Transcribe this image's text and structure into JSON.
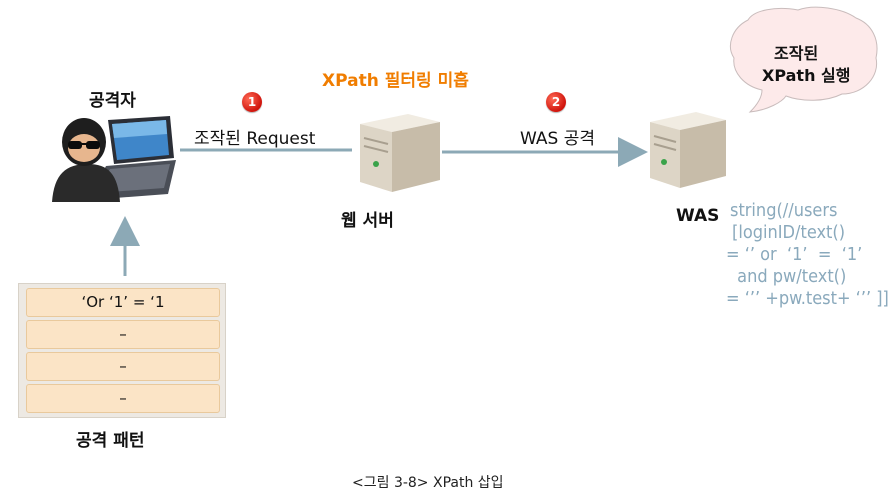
{
  "title_label": "XPath 필터링 미흡",
  "attacker": {
    "label": "공격자"
  },
  "steps": [
    {
      "number": "1",
      "label": "조작된 Request"
    },
    {
      "number": "2",
      "label": "WAS 공격"
    }
  ],
  "web_server": {
    "label": "웹 서버"
  },
  "was": {
    "label": "WAS"
  },
  "speech_bubble": {
    "line1": "조작된",
    "line2": "XPath 실행"
  },
  "xpath_query": [
    "string(//users",
    "[loginID/text()",
    "= ‘’ or  ‘1’  =  ‘1’",
    " and pw/text()",
    "= ‘’’ +pw.test+ ‘’’ ]]"
  ],
  "attack_pattern": {
    "label": "공격 패턴",
    "items": [
      "‘Or  ‘1’ = ‘1",
      "–",
      "–",
      "–"
    ]
  },
  "caption": "<그림 3-8> XPath 삽입",
  "colors": {
    "arrow": "#8ca9b6",
    "title": "#f07d00",
    "code": "#8aa9bc",
    "badge": "#d0140c",
    "pattern_box": "#fbe4c6"
  }
}
